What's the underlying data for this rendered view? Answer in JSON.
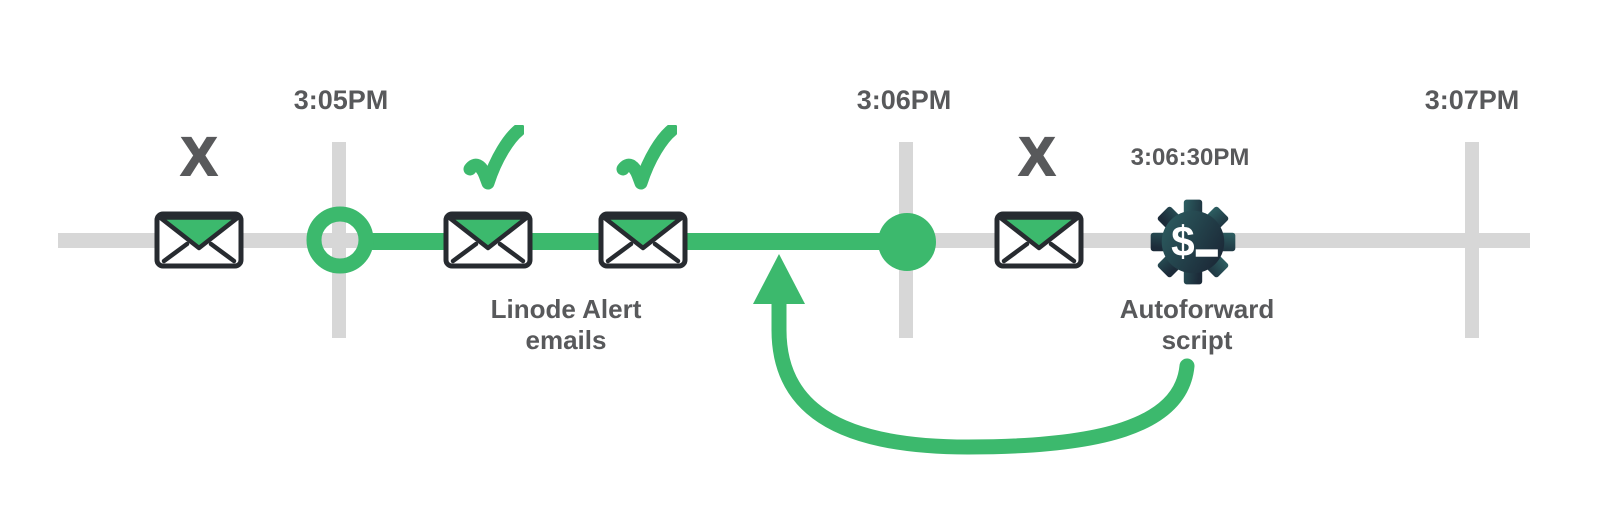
{
  "colors": {
    "green": "#3cb96d",
    "track": "#d7d7d7",
    "ink": "#58595b",
    "outline": "#272b30",
    "gear_a": "#2d5f62",
    "gear_b": "#1c2b39"
  },
  "timeline": {
    "ticks": [
      {
        "label": "3:05PM"
      },
      {
        "label": "3:06PM"
      },
      {
        "label": "3:07PM"
      }
    ]
  },
  "marks": {
    "fail": "X"
  },
  "linode_alert": {
    "line1": "Linode Alert",
    "line2": "emails"
  },
  "autoforward": {
    "time": "3:06:30PM",
    "line1": "Autoforward",
    "line2": "script",
    "glyph": "$"
  }
}
